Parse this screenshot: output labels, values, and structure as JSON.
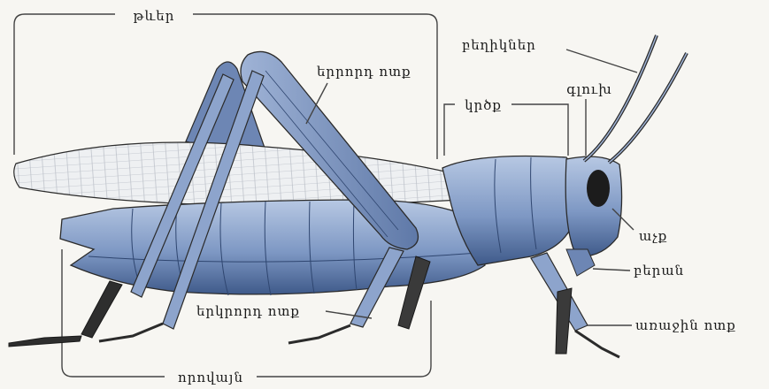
{
  "labels": {
    "wings": "թևեր",
    "third_leg": "երրորդ ոտք",
    "antennae": "բեղիկներ",
    "chest": "կրծք",
    "head": "գլուխ",
    "eye": "աչք",
    "mouth": "բերան",
    "front_leg": "առաջին ոտք",
    "second_leg": "երկրորդ ոտք",
    "abdomen": "որովայն"
  },
  "colors": {
    "body": "#7e98c4",
    "body_light": "#b7c8e3",
    "body_dark": "#3f5a8a",
    "wing": "#e9ecef",
    "outline": "#2b2b2b",
    "leader_line": "#444444"
  }
}
